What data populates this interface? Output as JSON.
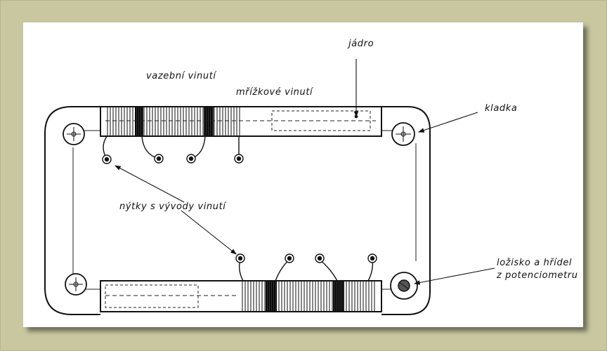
{
  "labels": {
    "core": "jádro",
    "coupling_winding": "vazební vinutí",
    "grid_winding": "mřížkové vinutí",
    "pulley": "kladka",
    "terminal_rivets": "nýtky s vývody vinutí",
    "bearing_line1": "ložisko a hřídel",
    "bearing_line2": "z potenciometru"
  },
  "colors": {
    "ink": "#111111",
    "paper": "#ffffff",
    "mat": "#c8c7a0"
  }
}
